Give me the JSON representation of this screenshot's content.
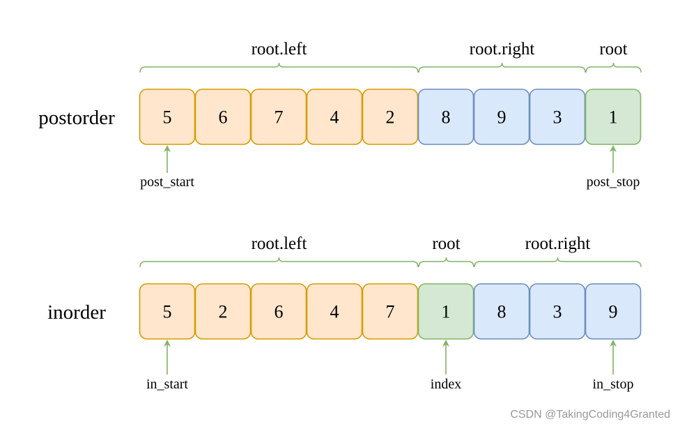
{
  "colors": {
    "orange_fill": "#ffe6cc",
    "orange_stroke": "#d79b00",
    "blue_fill": "#dae8fc",
    "blue_stroke": "#6c8ebf",
    "green_fill": "#d5e8d4",
    "green_stroke": "#82b366",
    "brace": "#82b366",
    "arrow": "#82b366"
  },
  "rows": [
    {
      "label": "postorder",
      "cells": [
        {
          "value": "5",
          "color": "orange"
        },
        {
          "value": "6",
          "color": "orange"
        },
        {
          "value": "7",
          "color": "orange"
        },
        {
          "value": "4",
          "color": "orange"
        },
        {
          "value": "2",
          "color": "orange"
        },
        {
          "value": "8",
          "color": "blue"
        },
        {
          "value": "9",
          "color": "blue"
        },
        {
          "value": "3",
          "color": "blue"
        },
        {
          "value": "1",
          "color": "green"
        }
      ],
      "groups": [
        {
          "label": "root.left",
          "start": 0,
          "end": 4
        },
        {
          "label": "root.right",
          "start": 5,
          "end": 7
        },
        {
          "label": "root",
          "start": 8,
          "end": 8
        }
      ],
      "pointers": [
        {
          "label": "post_start",
          "index": 0
        },
        {
          "label": "post_stop",
          "index": 8
        }
      ]
    },
    {
      "label": "inorder",
      "cells": [
        {
          "value": "5",
          "color": "orange"
        },
        {
          "value": "2",
          "color": "orange"
        },
        {
          "value": "6",
          "color": "orange"
        },
        {
          "value": "4",
          "color": "orange"
        },
        {
          "value": "7",
          "color": "orange"
        },
        {
          "value": "1",
          "color": "green"
        },
        {
          "value": "8",
          "color": "blue"
        },
        {
          "value": "3",
          "color": "blue"
        },
        {
          "value": "9",
          "color": "blue"
        }
      ],
      "groups": [
        {
          "label": "root.left",
          "start": 0,
          "end": 4
        },
        {
          "label": "root",
          "start": 5,
          "end": 5
        },
        {
          "label": "root.right",
          "start": 6,
          "end": 8
        }
      ],
      "pointers": [
        {
          "label": "in_start",
          "index": 0
        },
        {
          "label": "index",
          "index": 5
        },
        {
          "label": "in_stop",
          "index": 8
        }
      ]
    }
  ],
  "watermark": "CSDN @TakingCoding4Granted"
}
